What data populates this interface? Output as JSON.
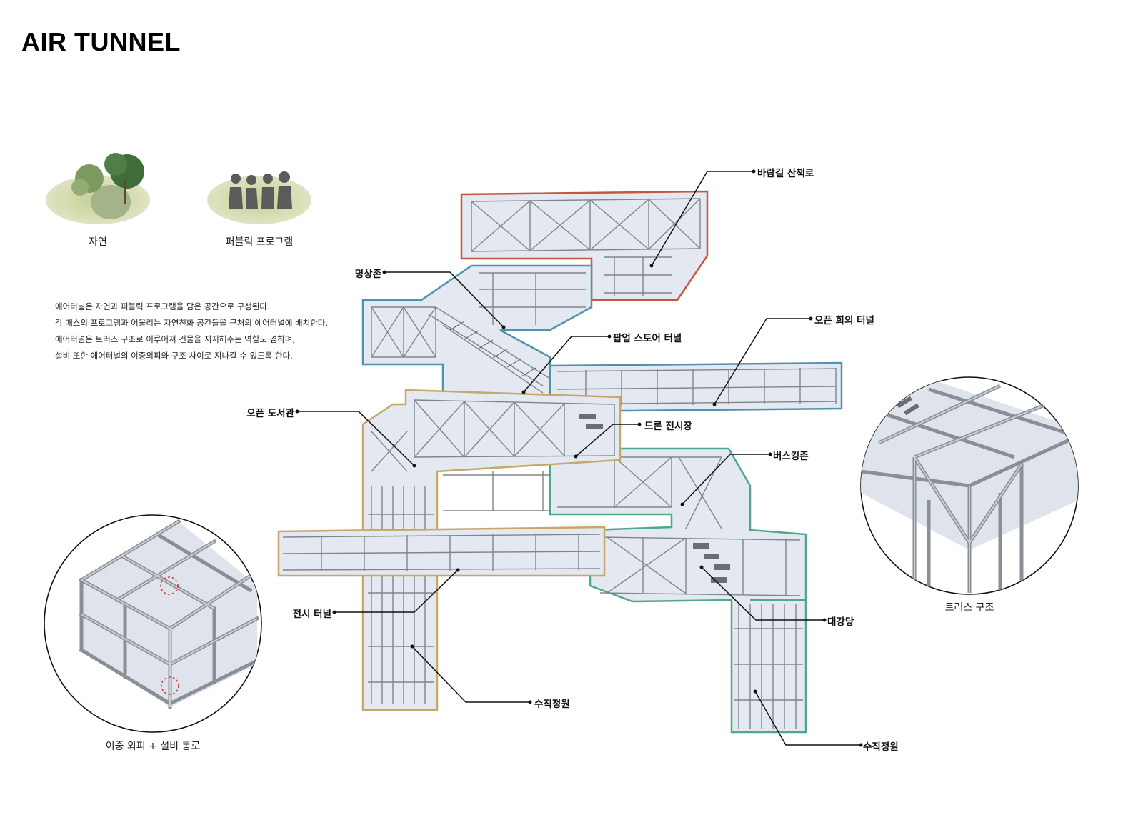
{
  "title": "AIR TUNNEL",
  "legend": [
    {
      "label": "자연",
      "icon": "nature-icon"
    },
    {
      "label": "퍼블릭 프로그램",
      "icon": "public-program-icon"
    }
  ],
  "description": [
    "에어터널은 자연과 퍼블릭 프로그램을 담은 공간으로 구성된다.",
    "각 매스의 프로그램과 어울리는 자연친화 공간들을 근처의 에어터널에 배치한다.",
    "에어터널은 트러스 구조로 이루어져 건물을 지지해주는 역할도 겸하며,",
    "설비 또한 에어터널의 이중외피와 구조 사이로 지나갈 수 있도록 한다."
  ],
  "callouts": {
    "wind_walk": "바람길 산책로",
    "meditation": "명상존",
    "open_meeting": "오픈 회의 터널",
    "popup_store": "팝업 스토어 터널",
    "open_library": "오픈 도서관",
    "drone_exhibit": "드론 전시장",
    "busking": "버스킹존",
    "exhibit_tunnel": "전시 터널",
    "auditorium": "대강당",
    "vertical_garden_left": "수직정원",
    "vertical_garden_right": "수직정원"
  },
  "details": {
    "double_skin": "이중 외피 + 설비 통로",
    "truss": "트러스 구조"
  },
  "colors": {
    "red": "#c8553d",
    "blue": "#4f93ad",
    "gold": "#c7a86a",
    "green": "#4fa88a",
    "frame": "#7f858c",
    "glass": "#e3e7ef",
    "leader": "#111111",
    "marker": "#d9342b"
  }
}
